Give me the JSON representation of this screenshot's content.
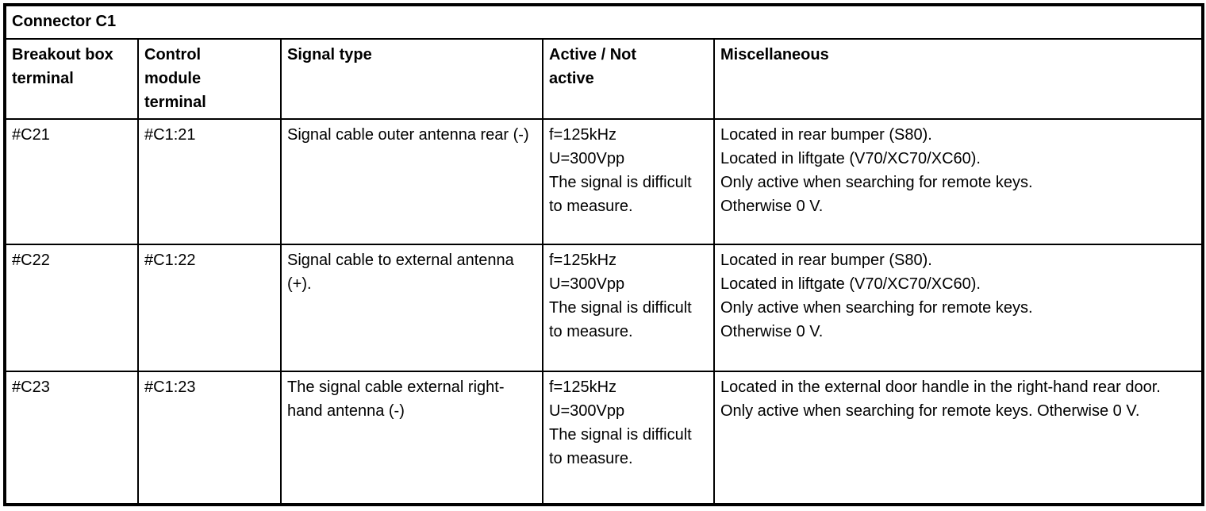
{
  "table": {
    "title": "Connector C1",
    "columns": [
      "Breakout box\nterminal",
      "Control\nmodule\nterminal",
      "Signal type",
      "Active / Not\nactive",
      "Miscellaneous"
    ],
    "rows": [
      {
        "breakout_box_terminal": "#C21",
        "control_module_terminal": "#C1:21",
        "signal_type": "Signal cable outer antenna rear (-)",
        "active_not_active": "f=125kHz\nU=300Vpp\nThe signal is difficult to measure.",
        "miscellaneous": "Located in rear bumper (S80).\nLocated in liftgate (V70/XC70/XC60).\nOnly active when searching for remote keys.\nOtherwise 0 V."
      },
      {
        "breakout_box_terminal": "#C22",
        "control_module_terminal": "#C1:22",
        "signal_type": "Signal cable to external antenna (+).",
        "active_not_active": "f=125kHz\nU=300Vpp\nThe signal is difficult to measure.",
        "miscellaneous": "Located in rear bumper (S80).\nLocated in liftgate (V70/XC70/XC60).\nOnly active when searching for remote keys.\nOtherwise 0 V."
      },
      {
        "breakout_box_terminal": "#C23",
        "control_module_terminal": "#C1:23",
        "signal_type": "The signal cable external right-hand antenna (-)",
        "active_not_active": "f=125kHz\nU=300Vpp\nThe signal is difficult to measure.",
        "miscellaneous": "Located in the external door handle in the right-hand rear door. Only active when searching for remote keys. Otherwise 0 V."
      }
    ]
  }
}
